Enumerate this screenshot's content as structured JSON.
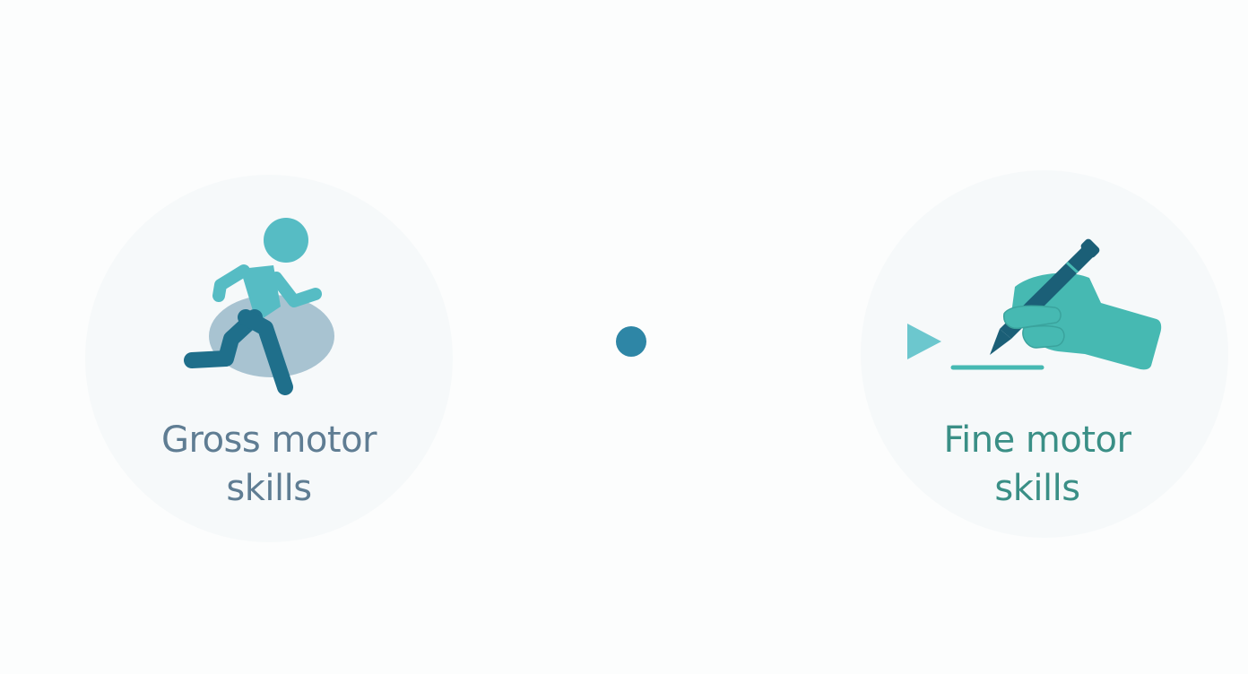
{
  "gross": {
    "line1": "Gross motor",
    "line2": "skills",
    "icon": "running-person-icon",
    "color": "#5f7d93"
  },
  "fine": {
    "line1": "Fine motor",
    "line2": "skills",
    "icon": "hand-writing-with-pen-icon",
    "color": "#3a8f86"
  },
  "colors": {
    "teal_light": "#56bcc4",
    "teal_dark": "#1f6f8b",
    "hand": "#46b9b2",
    "pen": "#1b5f77",
    "blob": "#a8c3d1",
    "arrow_left": "#5b99b3",
    "arrow_right": "#86d0d6",
    "node": "#2e86a6"
  }
}
